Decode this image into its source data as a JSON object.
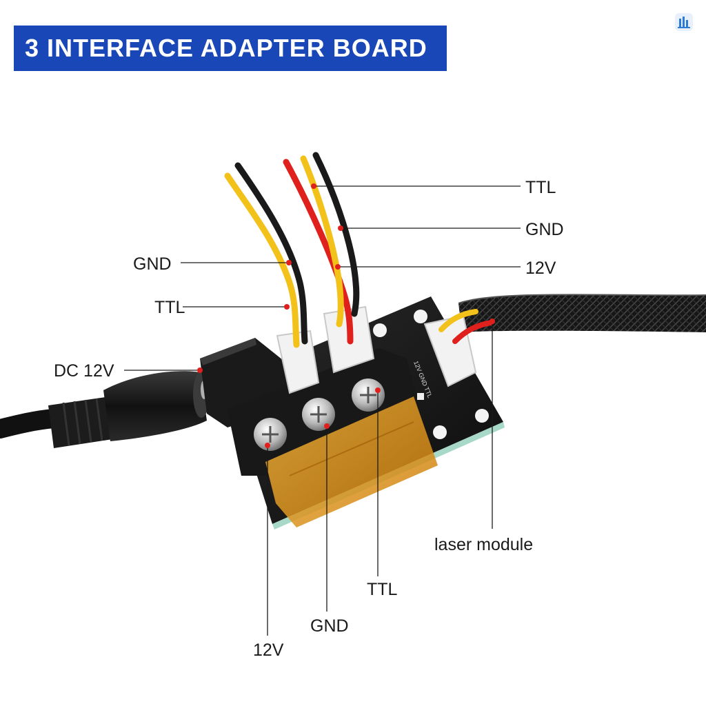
{
  "title": "3 INTERFACE ADAPTER BOARD",
  "colors": {
    "title_bg": "#1a47b8",
    "title_text": "#ffffff",
    "wire_red": "#e0201c",
    "wire_yellow": "#f2c11a",
    "wire_black": "#1a1a1a",
    "board": "#141414",
    "terminal_cover": "#e89a12",
    "leader_dot": "#e0201c"
  },
  "icons": [
    "logo-icon",
    "screw-icon",
    "dc-jack-icon"
  ],
  "labels": {
    "ttl_top": "TTL",
    "gnd_top": "GND",
    "v12_top": "12V",
    "gnd_left": "GND",
    "ttl_left": "TTL",
    "dc_12v": "DC 12V",
    "laser_module": "laser module",
    "ttl_bottom": "TTL",
    "gnd_bottom": "GND",
    "v12_bottom": "12V"
  }
}
